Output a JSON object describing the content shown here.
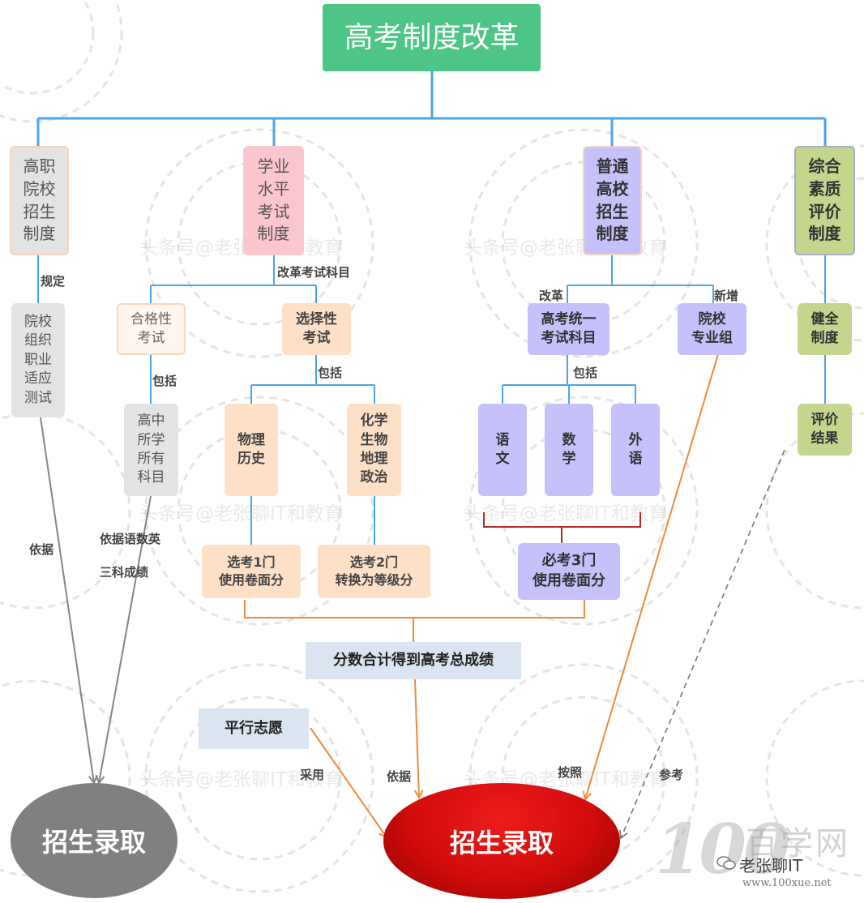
{
  "title": "高考制度改革",
  "branches": {
    "vocational": "高职\n院校\n招生\n制度",
    "academic": "学业\n水平\n考试\n制度",
    "general": "普通\n高校\n招生\n制度",
    "comprehensive": "综合\n素质\n评价\n制度"
  },
  "vocational_tree": {
    "rule_label": "规定",
    "adaptation_test": "院校\n组织\n职业\n适应\n测试",
    "basis_label": "依据"
  },
  "academic_tree": {
    "reform_label": "改革考试科目",
    "qualifying_exam": "合格性\n考试",
    "selective_exam": "选择性\n考试",
    "include_label_1": "包括",
    "all_subjects": "高中\n所学\n所有\n科目",
    "include_label_2": "包括",
    "physics_history": "物理\n历史",
    "chem_bio_geo_pol": "化学\n生物\n地理\n政治",
    "basis_chinese_math_english": "依据语数英",
    "three_subject_scores": "三科成绩",
    "choose_one": "选考1门\n使用卷面分",
    "choose_two": "选考2门\n转换为等级分"
  },
  "general_tree": {
    "reform_label": "改革",
    "new_label": "新增",
    "unified_subjects": "高考统一\n考试科目",
    "school_major_group": "院校\n专业组",
    "include_label": "包括",
    "chinese": "语\n文",
    "math": "数\n学",
    "foreign_language": "外\n语",
    "required_three": "必考3门\n使用卷面分"
  },
  "comprehensive_tree": {
    "sound_system": "健全\n制度",
    "evaluation_result": "评价\n结果"
  },
  "total_score": "分数合计得到高考总成绩",
  "parallel_volunteer": "平行志愿",
  "edge_labels": {
    "adopt": "采用",
    "basis": "依据",
    "according": "按照",
    "reference": "参考"
  },
  "admission_left": "招生录取",
  "admission_right": "招生录取",
  "watermark": "头条号@老张聊IT和教育",
  "logo": {
    "number": "100",
    "cn": "百学网",
    "handle": "老张聊IT",
    "url": "www.100xue.net"
  },
  "colors": {
    "title": "#4cc587",
    "blue_line": "#4da4ea",
    "orange_line": "#ef8a3a",
    "gray_line": "#858585",
    "red_line": "#b52b2b",
    "admission_gray": "#808080",
    "admission_red": "#d10c0c"
  }
}
